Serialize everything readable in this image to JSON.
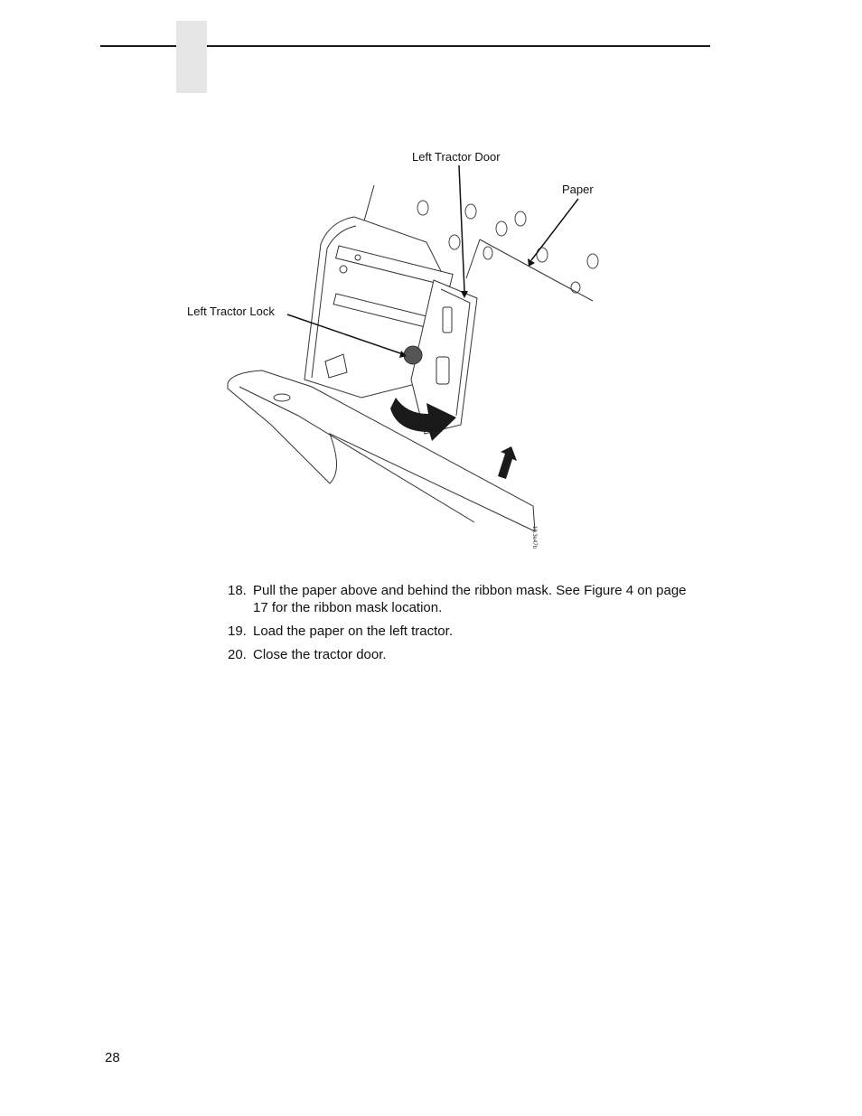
{
  "header": {
    "has_tab": true
  },
  "figure": {
    "callouts": {
      "left_tractor_door": "Left Tractor Door",
      "paper": "Paper",
      "left_tractor_lock": "Left Tractor Lock"
    },
    "figure_id": "18.3e47b"
  },
  "steps": [
    {
      "number": "18.",
      "text": "Pull the paper above and behind the ribbon mask. See Figure 4 on page 17 for the ribbon mask location."
    },
    {
      "number": "19.",
      "text": "Load the paper on the left tractor."
    },
    {
      "number": "20.",
      "text": "Close the tractor door."
    }
  ],
  "page_number": "28"
}
